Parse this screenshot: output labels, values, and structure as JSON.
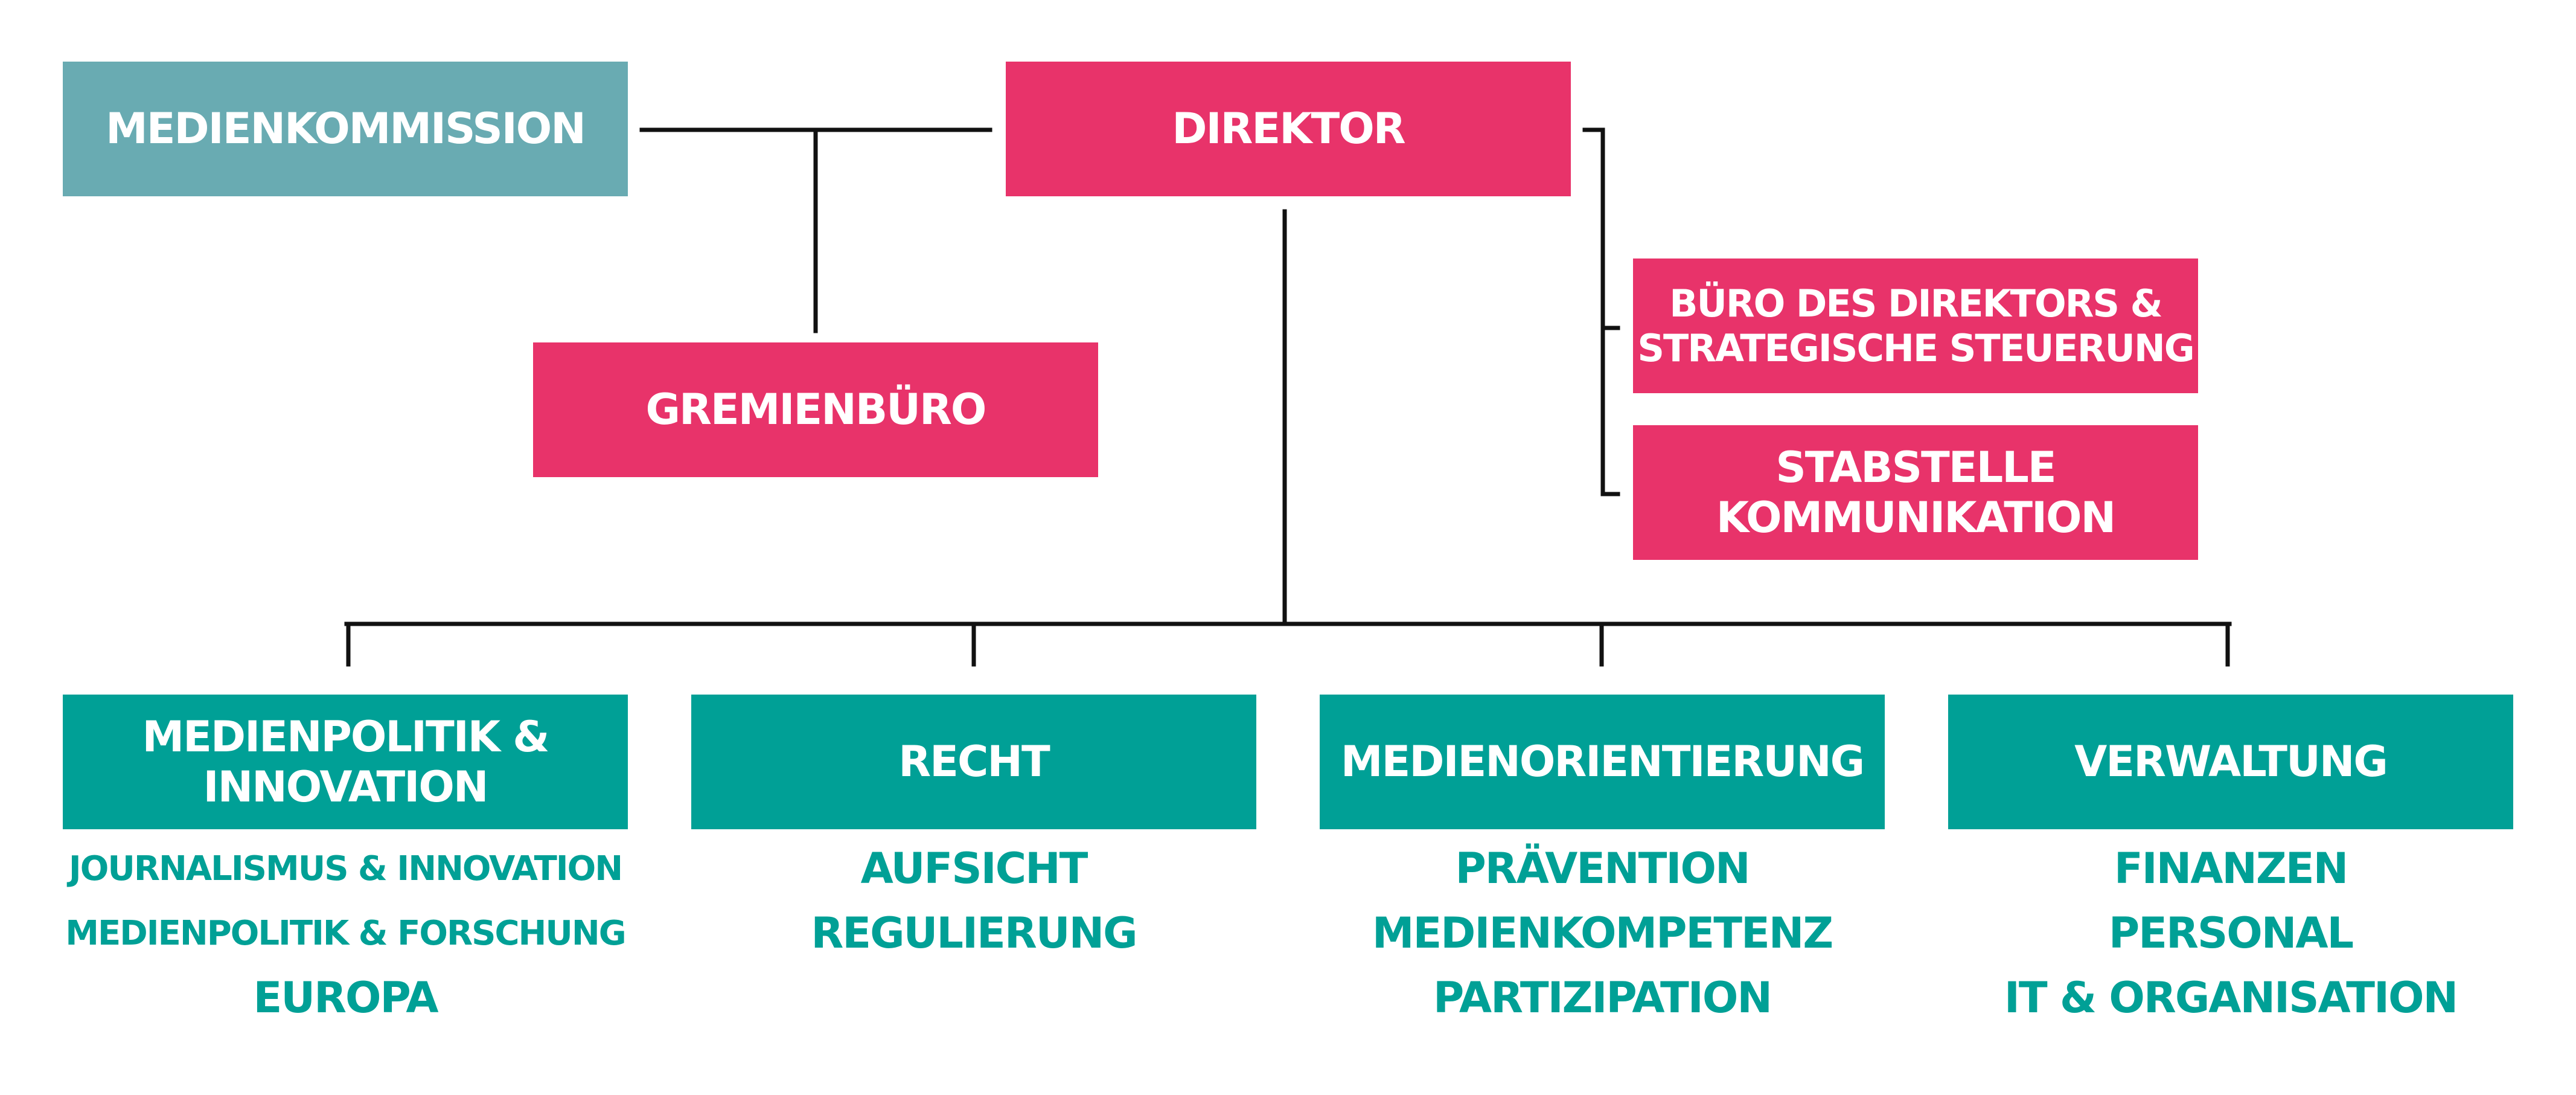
{
  "diagram": {
    "colors": {
      "leadership": "#e8336a",
      "commission": "#69abb2",
      "department": "#00a096",
      "line": "#111111"
    },
    "nodes": {
      "medienkommission": "MEDIENKOMMISSION",
      "direktor": "DIREKTOR",
      "gremienbuero": "GREMIENBÜRO",
      "buero_des_direktors": "BÜRO DES DIREKTORS &\nSTRATEGISCHE STEUERUNG",
      "stabstelle_kommunikation": "STABSTELLE KOMMUNIKATION"
    },
    "departments": [
      {
        "name": "MEDIENPOLITIK & INNOVATION",
        "units": [
          "JOURNALISMUS & INNOVATION",
          "MEDIENPOLITIK & FORSCHUNG",
          "EUROPA"
        ]
      },
      {
        "name": "RECHT",
        "units": [
          "AUFSICHT",
          "REGULIERUNG"
        ]
      },
      {
        "name": "MEDIENORIENTIERUNG",
        "units": [
          "PRÄVENTION",
          "MEDIENKOMPETENZ",
          "PARTIZIPATION"
        ]
      },
      {
        "name": "VERWALTUNG",
        "units": [
          "FINANZEN",
          "PERSONAL",
          "IT & ORGANISATION"
        ]
      }
    ]
  }
}
